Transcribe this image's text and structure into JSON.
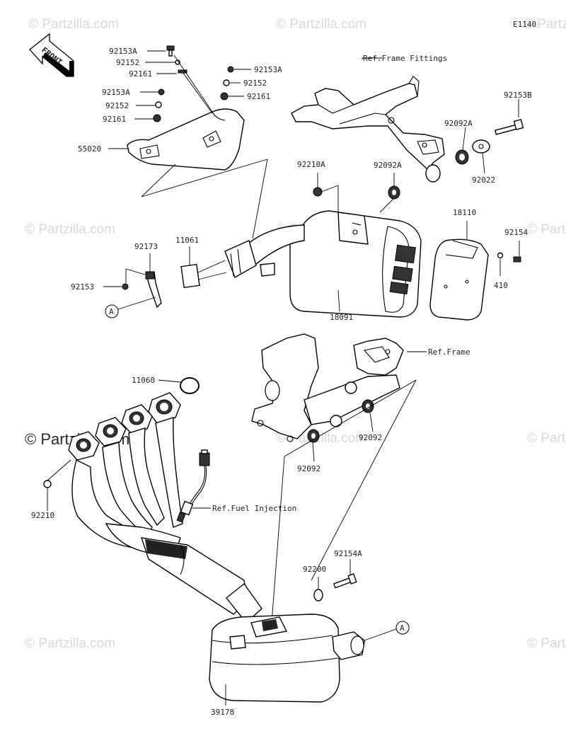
{
  "diagram_code": "E1140",
  "front_label": "FRONT",
  "watermark": "© Partzilla.com",
  "refs": {
    "frame_fittings": "Ref.Frame Fittings",
    "frame": "Ref.Frame",
    "fuel_injection": "Ref.Fuel Injection"
  },
  "callout": "A",
  "parts": {
    "p92153A_1": "92153A",
    "p92152_1": "92152",
    "p92161_1": "92161",
    "p92153A_2": "92153A",
    "p92152_2": "92152",
    "p92161_2": "92161",
    "p92153A_3": "92153A",
    "p92152_3": "92152",
    "p92161_3": "92161",
    "p55020": "55020",
    "p92153B": "92153B",
    "p92092A_1": "92092A",
    "p92022": "92022",
    "p92210A": "92210A",
    "p92092A_2": "92092A",
    "p18110": "18110",
    "p92154": "92154",
    "p410": "410",
    "p92173": "92173",
    "p11061": "11061",
    "p92153": "92153",
    "p18091": "18091",
    "p11060": "11060",
    "p92210": "92210",
    "p92092_1": "92092",
    "p92092_2": "92092",
    "p92154A": "92154A",
    "p92200": "92200",
    "p39178": "39178"
  }
}
